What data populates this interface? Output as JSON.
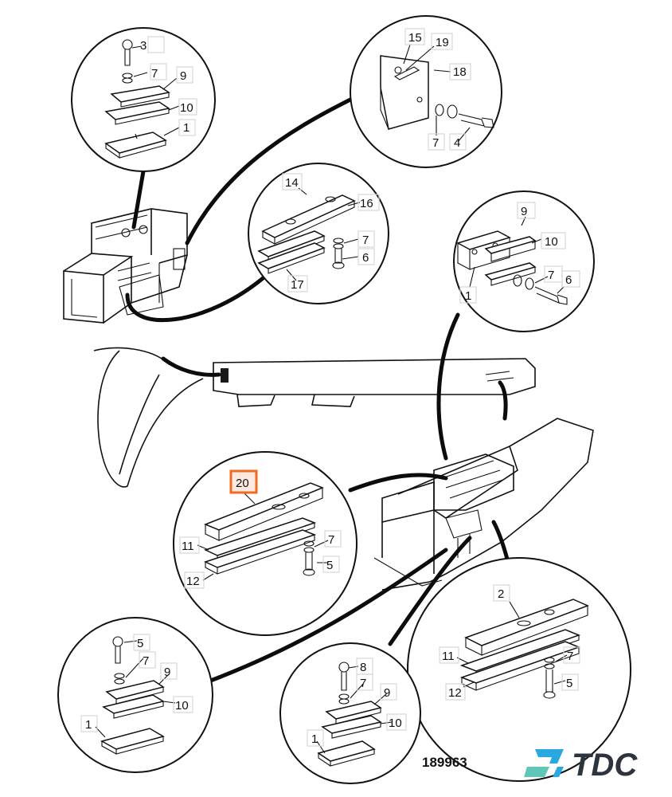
{
  "diagram": {
    "callouts": {
      "tl": [
        "3",
        "7",
        "9",
        "10",
        "1"
      ],
      "tr": [
        "15",
        "19",
        "18",
        "7",
        "4"
      ],
      "cm": [
        "14",
        "16",
        "7",
        "6",
        "17"
      ],
      "rm": [
        "9",
        "10",
        "7",
        "6",
        "1"
      ],
      "ml": [
        "20",
        "11",
        "7",
        "12",
        "5"
      ],
      "br": [
        "2",
        "11",
        "7",
        "12",
        "5"
      ],
      "bc": [
        "8",
        "7",
        "9",
        "10",
        "1"
      ],
      "bl": [
        "5",
        "7",
        "9",
        "10",
        "1"
      ]
    },
    "highlighted_callout": "20",
    "drawing_number": "189963"
  },
  "brand": {
    "name": "TDC",
    "colors": {
      "accent": "#f26a21",
      "logo_blue": "#2aa9e0",
      "logo_text": "#2c3440"
    }
  }
}
